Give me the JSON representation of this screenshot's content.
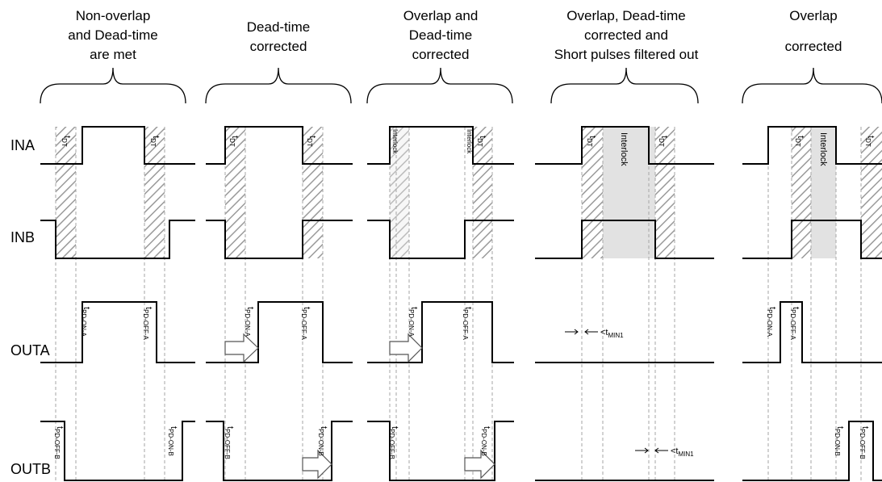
{
  "columns": [
    {
      "title_lines": [
        "Non-overlap",
        "and Dead-time",
        "are met"
      ]
    },
    {
      "title_lines": [
        "Dead-time",
        "corrected"
      ]
    },
    {
      "title_lines": [
        "Overlap and",
        "Dead-time",
        "corrected"
      ]
    },
    {
      "title_lines": [
        "Overlap, Dead-time",
        "corrected and",
        "Short pulses filtered out"
      ]
    },
    {
      "title_lines": [
        "Overlap",
        "corrected"
      ]
    }
  ],
  "rows": {
    "ina": "INA",
    "inb": "INB",
    "outa": "OUTA",
    "outb": "OUTB"
  },
  "labels": {
    "t_dt_main": "t",
    "t_dt_sub": "DT",
    "interlock": "Interlock",
    "tpd_main": "t",
    "pd_on_a": "PD-ON-A",
    "pd_off_a": "PD-OFF-A",
    "pd_on_b": "PD-ON-B",
    "pd_off_b": "PD-OFF-B",
    "tmin_prefix": "<t",
    "tmin_sub": "MIN1"
  }
}
